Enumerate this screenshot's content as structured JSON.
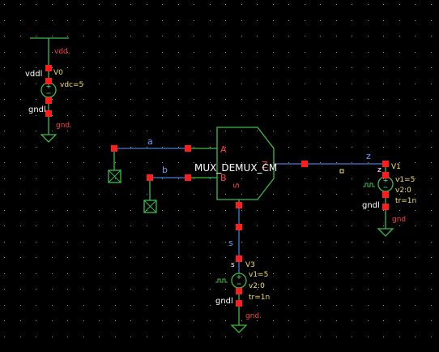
{
  "colors": {
    "background": "#000000",
    "wire": "#4a7bd8",
    "symbol": "#3dbb4a",
    "pin": "#ff1e1e",
    "label_red": "#ff4040",
    "label_yellow": "#f0e060",
    "net_label": "#6aa6ff",
    "text_white": "#ffffff"
  },
  "instances": {
    "mux": {
      "cell_name": "MUX_DEMUX_CM",
      "pin_a": "A",
      "pin_b": "B",
      "pin_z": "Z",
      "pin_s": "S"
    },
    "v0": {
      "name": "V0",
      "param": "vdc=5",
      "top_net": "vddl",
      "top_net_tag": "vdd.",
      "bottom_net": "gndl",
      "bottom_net_tag": "gnd."
    },
    "v1": {
      "name": "V1",
      "terminal": "z",
      "params": [
        "v1=5",
        "v2:0",
        "tr=1n"
      ],
      "ground_net": "gndl",
      "ground_tag": "gnd"
    },
    "v3": {
      "name": "V3",
      "terminal": "s",
      "params": [
        "v1=5",
        "v2:0",
        "tr=1n"
      ],
      "ground_net": "gndl",
      "ground_tag": "gnd."
    }
  },
  "nets": {
    "a": "a",
    "b": "b",
    "z": "z",
    "s": "s"
  }
}
